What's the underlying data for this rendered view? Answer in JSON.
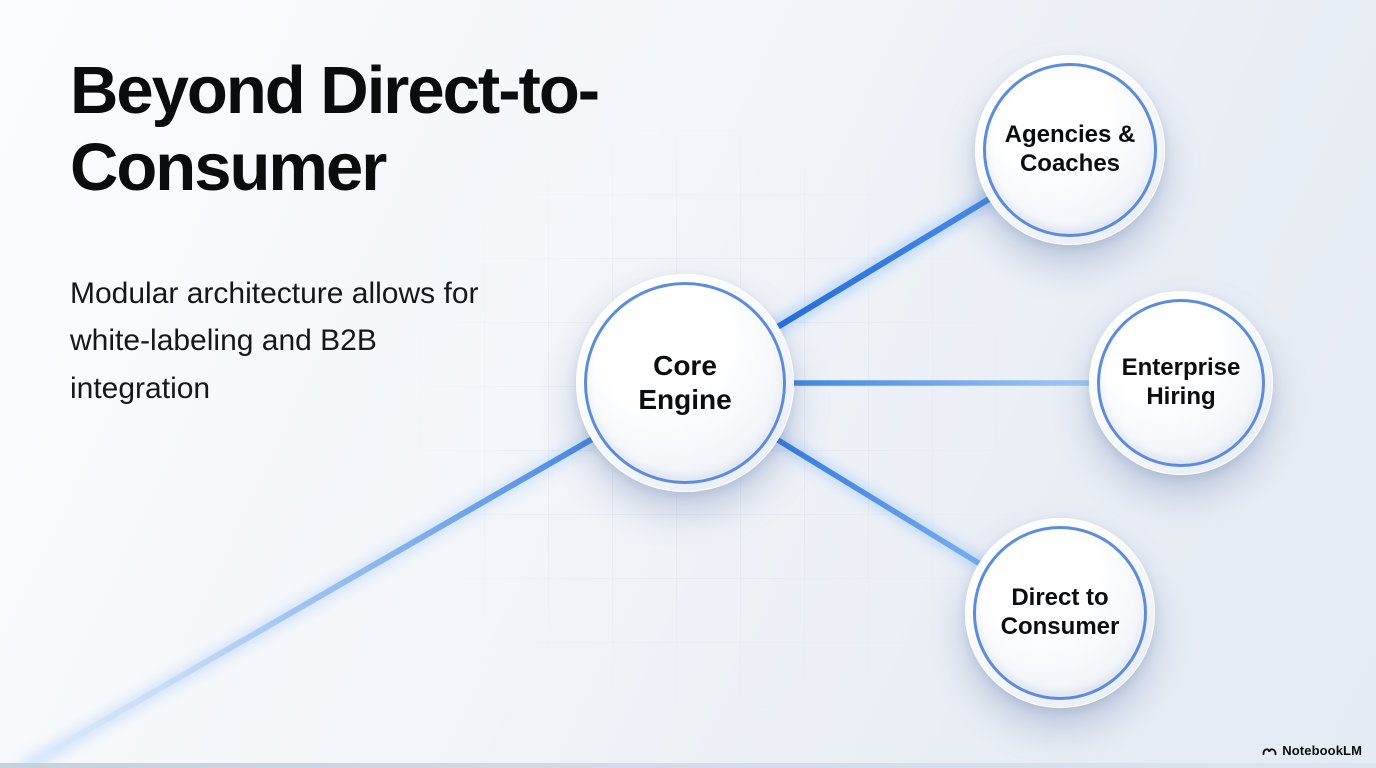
{
  "slide": {
    "title": "Beyond Direct-to-Consumer",
    "subtitle": "Modular architecture allows for white-labeling and B2B integration"
  },
  "diagram": {
    "center_node": {
      "id": "core-engine",
      "label": "Core Engine"
    },
    "nodes": [
      {
        "id": "agencies-coaches",
        "label": "Agencies & Coaches"
      },
      {
        "id": "enterprise-hiring",
        "label": "Enterprise Hiring"
      },
      {
        "id": "direct-to-consumer",
        "label": "Direct to Consumer"
      }
    ],
    "connections": [
      {
        "from": "core-engine",
        "to": "agencies-coaches"
      },
      {
        "from": "core-engine",
        "to": "enterprise-hiring"
      },
      {
        "from": "core-engine",
        "to": "direct-to-consumer"
      },
      {
        "from": "core-engine",
        "to": "offscreen-bottom-left"
      }
    ],
    "colors": {
      "connector_blue": "#2f7bdc",
      "connector_light_blue": "#9ec8f5",
      "ring_blue": "#5d8bdd",
      "node_fill": "#f2f5f9"
    }
  },
  "branding": {
    "label": "NotebookLM"
  }
}
